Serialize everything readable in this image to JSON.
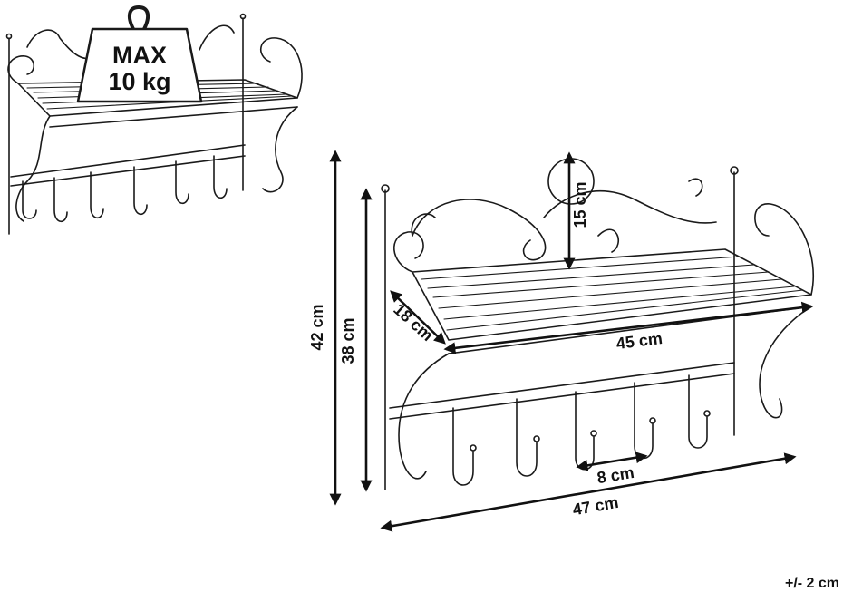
{
  "weight_label": {
    "line1": "MAX",
    "line2": "10 kg"
  },
  "dimensions": {
    "total_height": "42 cm",
    "frame_height": "38 cm",
    "shelf_depth": "18 cm",
    "shelf_width": "45 cm",
    "crest_height": "15 cm",
    "hook_spacing": "8 cm",
    "total_width": "47 cm"
  },
  "tolerance": "+/- 2 cm",
  "colors": {
    "ink": "#1a1a1a",
    "background": "#ffffff"
  }
}
